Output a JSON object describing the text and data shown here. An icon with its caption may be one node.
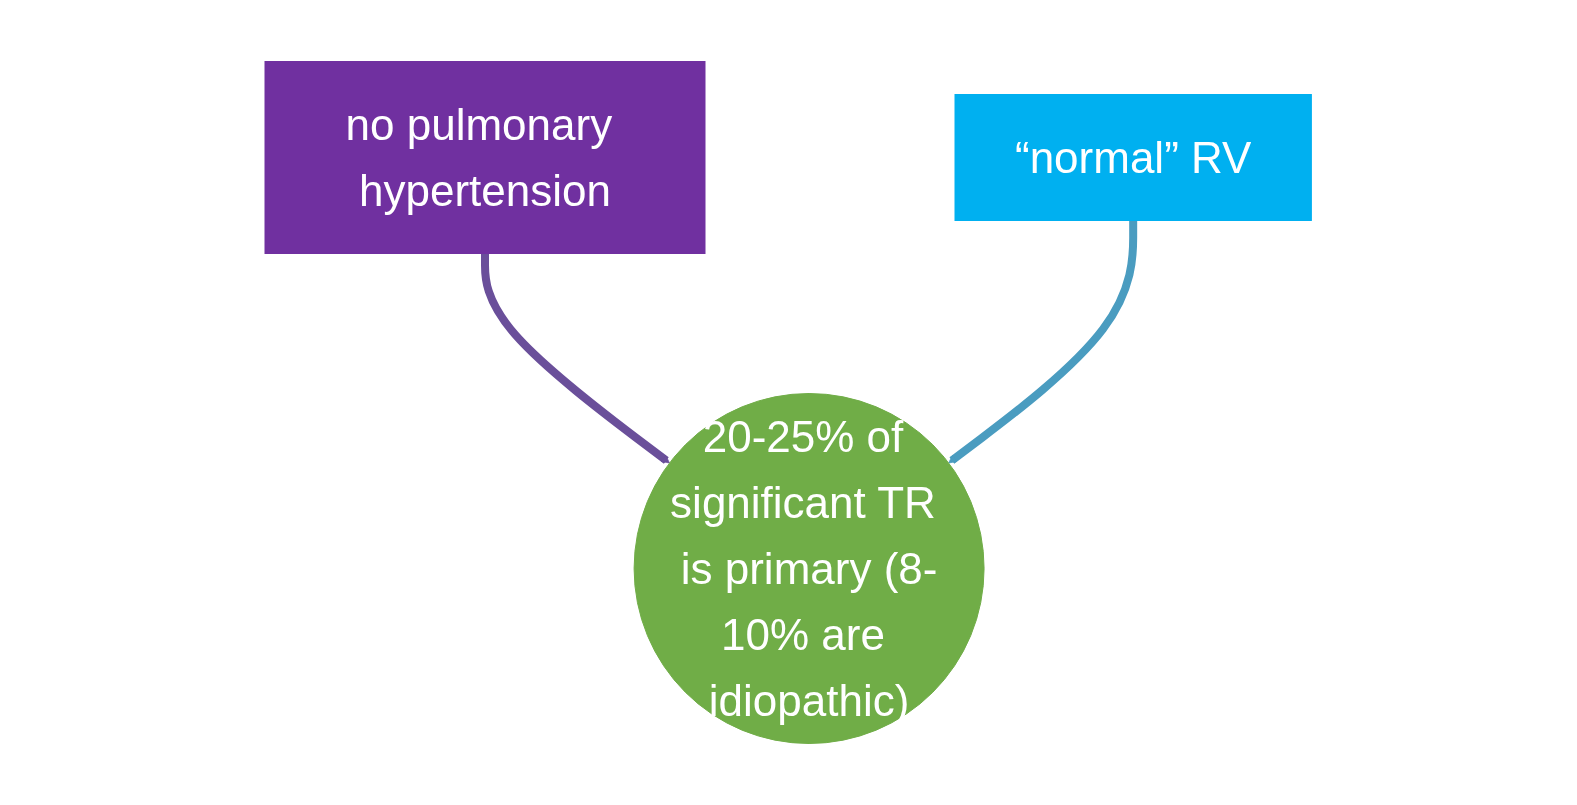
{
  "diagram": {
    "nodes": [
      {
        "text": [
          "no pulmonary hypertension"
        ]
      },
      {
        "text": [
          "“normal” RV"
        ]
      },
      {
        "text": [
          "20-25% of significant TR is primary (8-10% are idiopathic)"
        ]
      }
    ],
    "edges": [
      {
        "from": 0,
        "to": 2,
        "arrow": "to",
        "color": "#6a4f9a"
      },
      {
        "from": 1,
        "to": 2,
        "arrow": "to",
        "color": "#4a9cc0"
      }
    ]
  }
}
